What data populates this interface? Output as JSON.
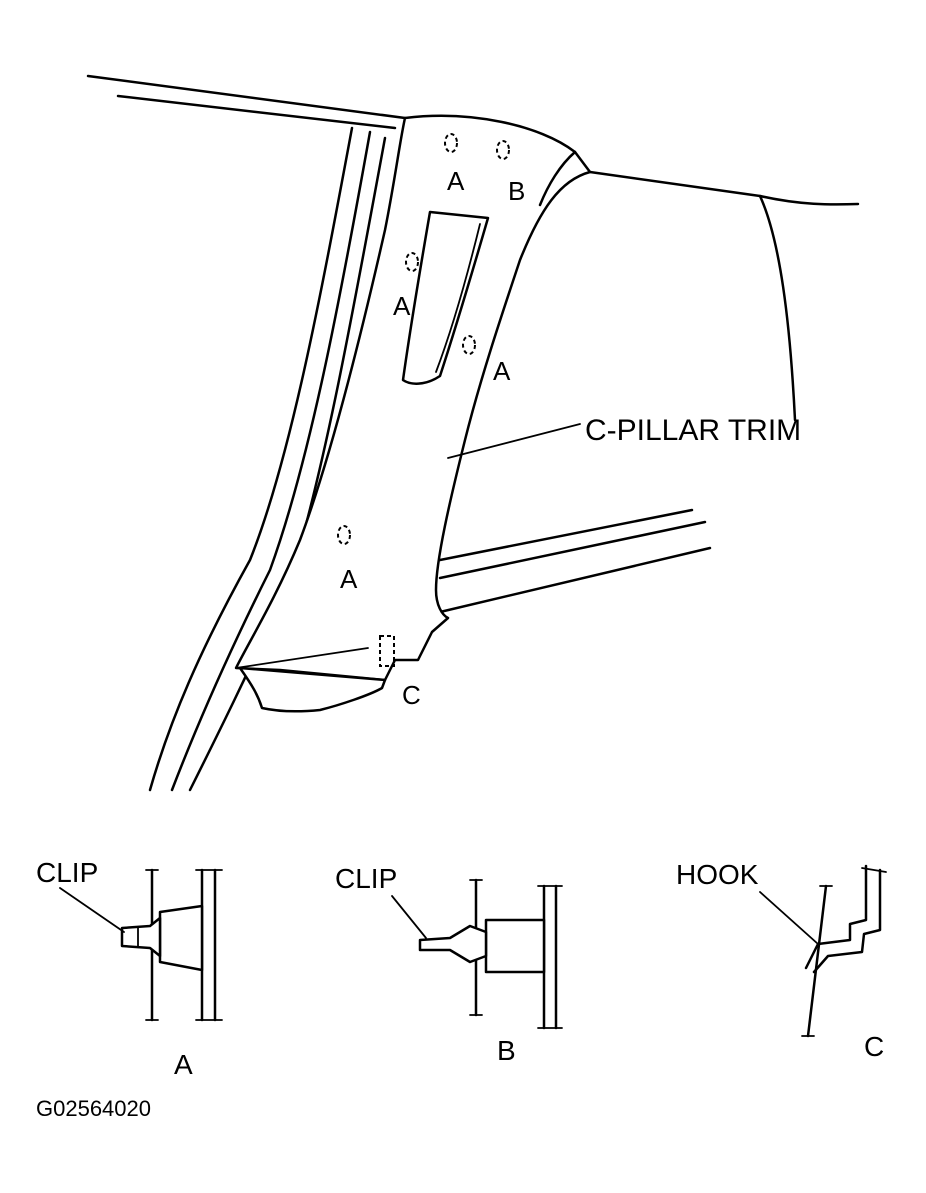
{
  "labels": {
    "main_title_label": "C-PILLAR TRIM",
    "clip_a_mark_1": "A",
    "clip_b_mark": "B",
    "clip_a_mark_2": "A",
    "clip_a_mark_3": "A",
    "clip_a_mark_4": "A",
    "hook_c_mark": "C",
    "detail_a_callout": "CLIP",
    "detail_b_callout": "CLIP",
    "detail_c_callout": "HOOK",
    "detail_a_caption": "A",
    "detail_b_caption": "B",
    "detail_c_caption": "C",
    "figure_code": "G02564020"
  },
  "colors": {
    "ink": "#000000",
    "paper": "#ffffff"
  }
}
